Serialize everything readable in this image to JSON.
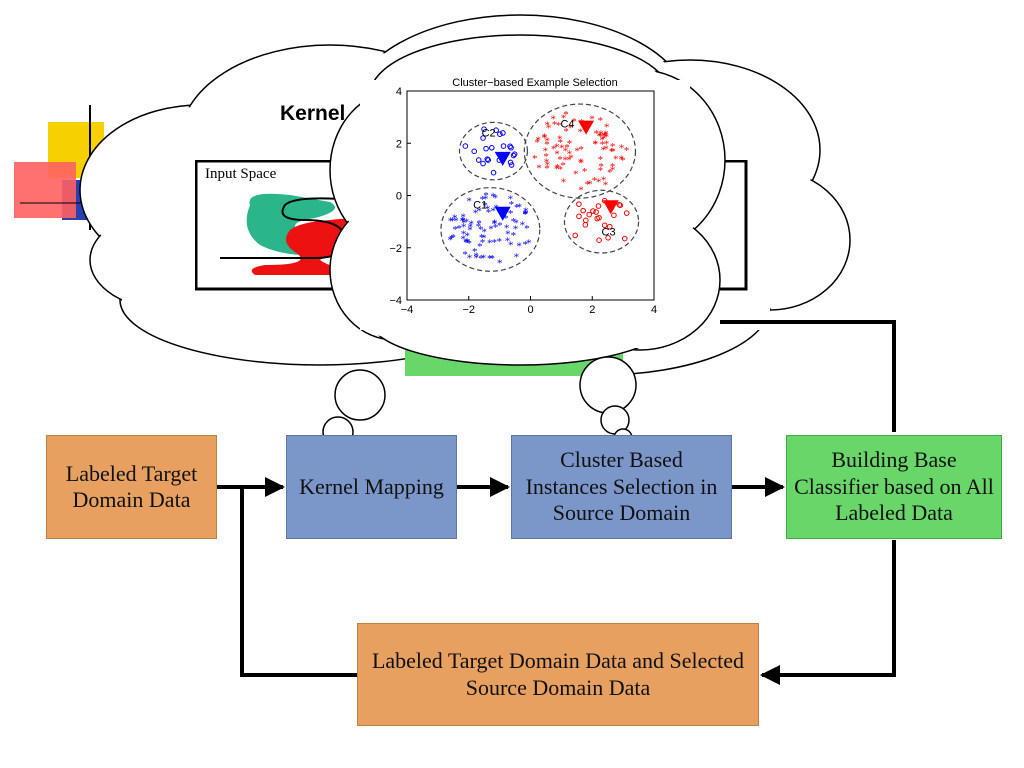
{
  "nodes": {
    "labeled_target": "Labeled Target Domain Data",
    "kernel_mapping": "Kernel Mapping",
    "cluster_selection": "Cluster Based Instances Selection in Source Domain",
    "building_classifier": "Building Base Classifier based on All Labeled Data",
    "combined_data": "Labeled Target Domain Data and Selected Source Domain Data"
  },
  "kernel_cloud": {
    "title": "Kernel",
    "input_space_label": "Input Space"
  },
  "colors": {
    "orange_box": "#e8a060",
    "blue_box": "#7b97c9",
    "green_box": "#69d669",
    "cluster_blue": "#0000ff",
    "cluster_red": "#ff0000"
  },
  "chart_data": {
    "type": "scatter",
    "title": "Cluster−based Example Selection",
    "xlim": [
      -4,
      4
    ],
    "ylim": [
      -4,
      4
    ],
    "xticks": [
      "−4",
      "−2",
      "0",
      "2",
      "4"
    ],
    "yticks": [
      "4",
      "2",
      "0",
      "−2",
      "−4"
    ],
    "clusters": [
      {
        "name": "C1",
        "center": [
          -1.3,
          -1.3
        ],
        "radius": 1.6,
        "color": "#0000ff",
        "marker": "*",
        "selected_marker": [
          -0.9,
          -0.7
        ]
      },
      {
        "name": "C2",
        "center": [
          -1.2,
          1.7
        ],
        "radius": 1.1,
        "color": "#0000ff",
        "marker": "o",
        "selected_marker": [
          -0.9,
          1.4
        ]
      },
      {
        "name": "C3",
        "center": [
          2.3,
          -1.0
        ],
        "radius": 1.2,
        "color": "#ff0000",
        "marker": "o",
        "selected_marker": [
          2.6,
          -0.45
        ]
      },
      {
        "name": "C4",
        "center": [
          1.6,
          1.7
        ],
        "radius": 1.8,
        "color": "#ff0000",
        "marker": "*",
        "selected_marker": [
          1.8,
          2.6
        ]
      }
    ]
  }
}
